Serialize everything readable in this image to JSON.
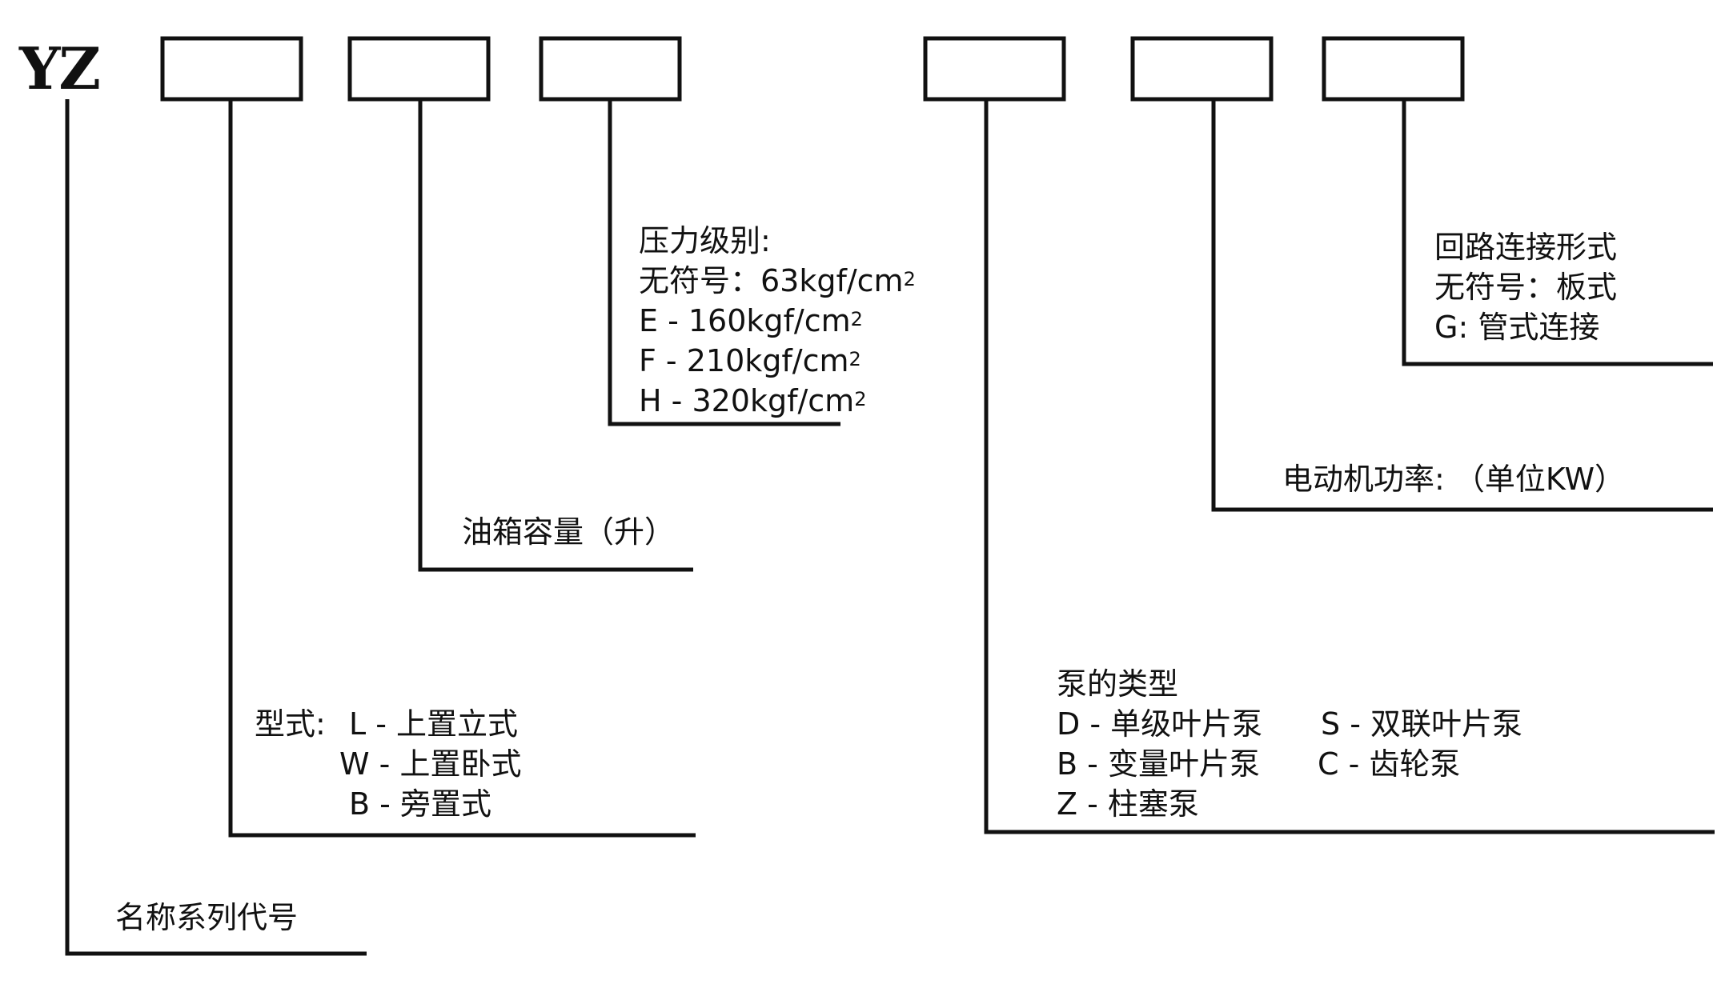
{
  "prefix": "YZ",
  "labels": {
    "series_code": "名称系列代号",
    "type": {
      "title": "型式:",
      "options": [
        "L - 上置立式",
        "W - 上置卧式",
        "B - 旁置式"
      ]
    },
    "tank_capacity": "油箱容量（升）",
    "pressure": {
      "title": "压力级别:",
      "options": [
        {
          "text": "无符号：63kgf/cm",
          "sup": "2"
        },
        {
          "text": "E - 160kgf/cm",
          "sup": "2"
        },
        {
          "text": "F - 210kgf/cm",
          "sup": "2"
        },
        {
          "text": "H - 320kgf/cm",
          "sup": "2"
        }
      ]
    },
    "pump_type": {
      "title": "泵的类型",
      "left": [
        "D - 单级叶片泵",
        "B - 变量叶片泵",
        "Z - 柱塞泵"
      ],
      "right": [
        "S - 双联叶片泵",
        "C - 齿轮泵"
      ]
    },
    "motor_power": "电动机功率: （单位KW）",
    "connection": {
      "title": "回路连接形式",
      "options": [
        "无符号：板式",
        "G: 管式连接"
      ]
    }
  },
  "colors": {
    "line": "#111111",
    "background": "#ffffff"
  }
}
